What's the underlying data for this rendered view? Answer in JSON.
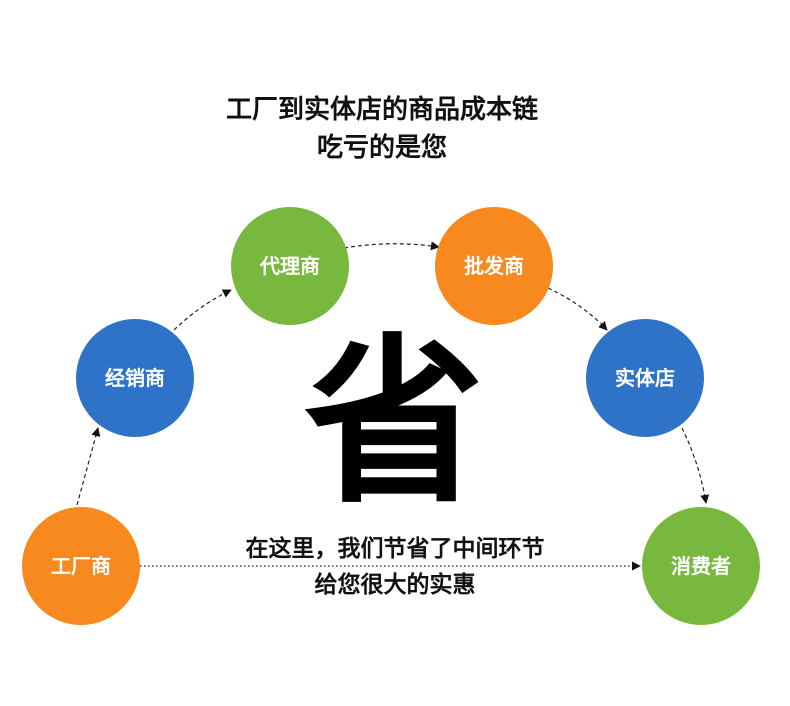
{
  "title": {
    "line1": "工厂到实体店的商品成本链",
    "line2": "吃亏的是您"
  },
  "center": {
    "char": "省"
  },
  "caption": {
    "line1": "在这里，我们节省了中间环节",
    "line2": "给您很大的实惠"
  },
  "colors": {
    "orange": "#F7891E",
    "blue": "#2F73C9",
    "green": "#79B83E"
  },
  "nodes": [
    {
      "id": "factory",
      "label": "工厂商",
      "color": "orange"
    },
    {
      "id": "distributor",
      "label": "经销商",
      "color": "blue"
    },
    {
      "id": "agent",
      "label": "代理商",
      "color": "green"
    },
    {
      "id": "wholesaler",
      "label": "批发商",
      "color": "orange"
    },
    {
      "id": "store",
      "label": "实体店",
      "color": "blue"
    },
    {
      "id": "consumer",
      "label": "消费者",
      "color": "green"
    }
  ]
}
